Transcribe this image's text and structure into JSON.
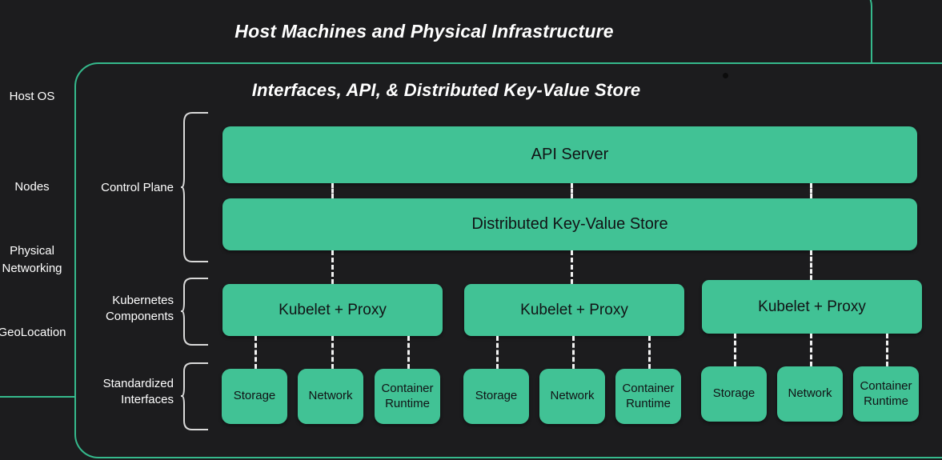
{
  "outer_panel": {
    "title": "Host Machines and Physical Infrastructure",
    "accent_color": "#35b98c",
    "background_color": "#1c1c1e"
  },
  "inner_panel": {
    "title": "Interfaces, API, & Distributed Key-Value Store",
    "accent_color": "#35b98c"
  },
  "stack_labels": [
    {
      "text": "Host OS"
    },
    {
      "text": "Nodes"
    },
    {
      "text": "Physical\nNetworking"
    },
    {
      "text": "GeoLocation"
    }
  ],
  "sections": [
    {
      "label": "Control Plane"
    },
    {
      "label": "Kubernetes\nComponents"
    },
    {
      "label": "Standardized\nInterfaces"
    }
  ],
  "control_plane": {
    "api_server": "API Server",
    "key_value_store": "Distributed Key-Value Store"
  },
  "nodes": [
    {
      "kubelet": "Kubelet + Proxy",
      "interfaces": [
        "Storage",
        "Network",
        "Container\nRuntime"
      ]
    },
    {
      "kubelet": "Kubelet + Proxy",
      "interfaces": [
        "Storage",
        "Network",
        "Container\nRuntime"
      ]
    },
    {
      "kubelet": "Kubelet + Proxy",
      "interfaces": [
        "Storage",
        "Network",
        "Container\nRuntime"
      ]
    }
  ],
  "colors": {
    "box_fill": "#41c295",
    "box_text": "#111315",
    "panel_border": "#35b98c",
    "canvas_bg": "#1c1c1e",
    "label_text": "#ffffff",
    "connector": "#f2f2f2"
  }
}
